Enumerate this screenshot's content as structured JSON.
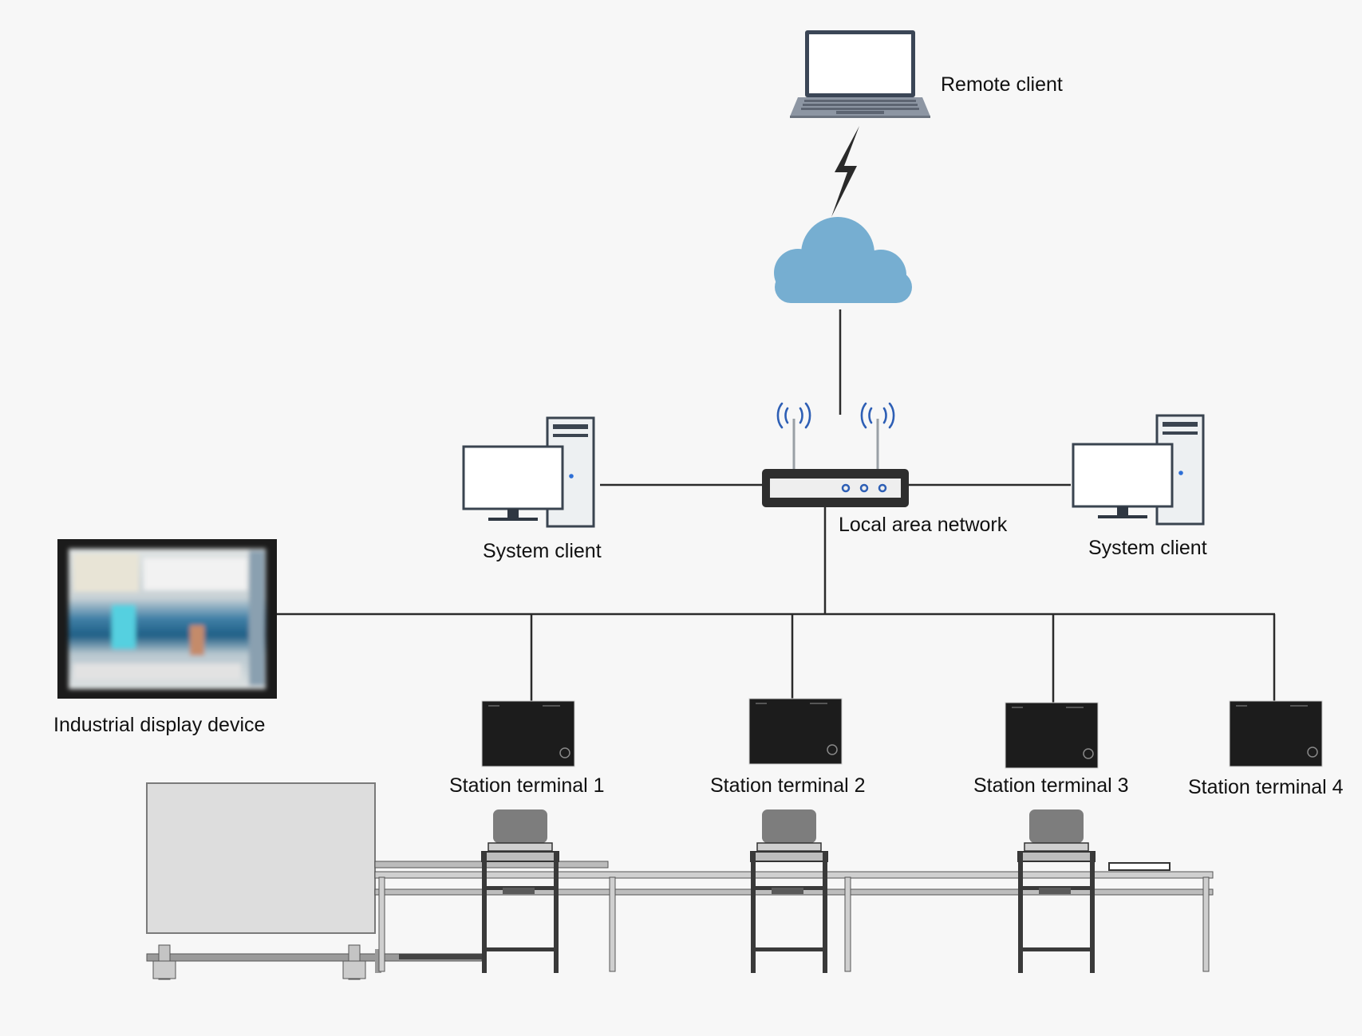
{
  "labels": {
    "remote_client": "Remote client",
    "local_area_network": "Local area network",
    "system_client_left": "System client",
    "system_client_right": "System client",
    "industrial_display": "Industrial display device",
    "terminal_1": "Station terminal 1",
    "terminal_2": "Station terminal 2",
    "terminal_3": "Station terminal 3",
    "terminal_4": "Station terminal 4"
  },
  "colors": {
    "background": "#f7f7f7",
    "line": "#2b2b2b",
    "cloud": "#76aed1",
    "wifi": "#2e5fb5",
    "terminal_screen": "#1c1c1c",
    "device_frame": "#222222"
  },
  "icons": {
    "remote_client": "laptop-icon",
    "link": "lightning-bolt-icon",
    "internet": "cloud-icon",
    "router": "router-icon",
    "system_client": "desktop-computer-icon",
    "industrial_display": "display-panel-icon",
    "station_terminal": "terminal-screen-icon",
    "production_line": "conveyor-line-icon"
  }
}
